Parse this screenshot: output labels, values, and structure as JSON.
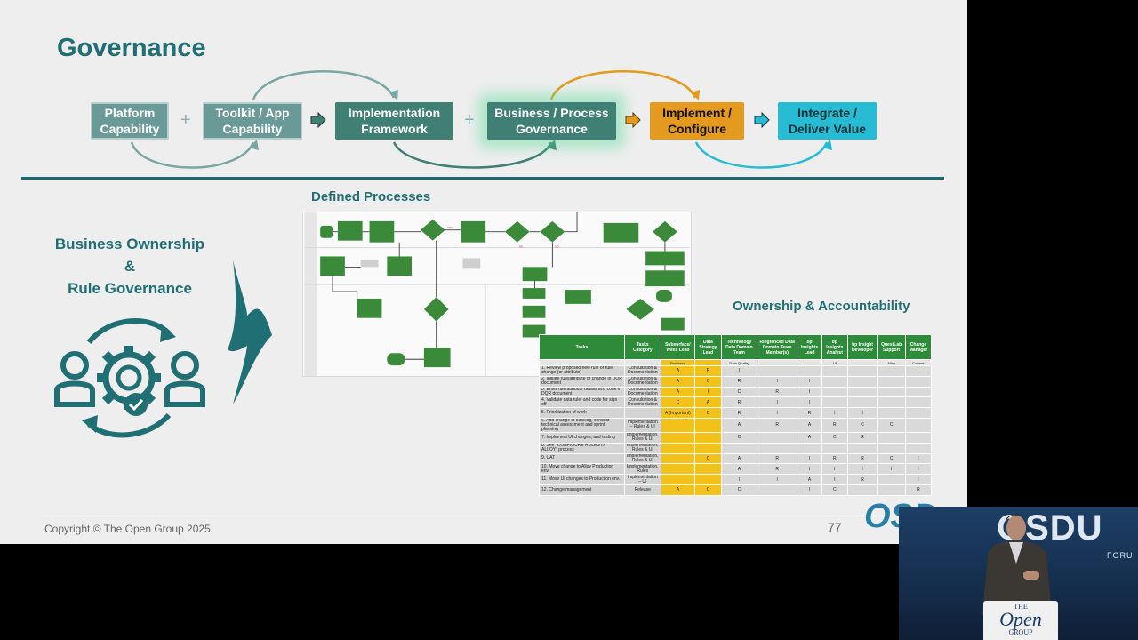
{
  "slide": {
    "title": "Governance",
    "process_steps": [
      {
        "label": "Platform Capability"
      },
      {
        "label": "Toolkit / App Capability"
      },
      {
        "label": "Implementation Framework"
      },
      {
        "label": "Business / Process Governance"
      },
      {
        "label": "Implement / Configure"
      },
      {
        "label": "Integrate / Deliver Value"
      }
    ],
    "connectors": [
      "+",
      "+",
      "+"
    ],
    "left_heading": [
      "Business Ownership",
      "&",
      "Rule Governance"
    ],
    "defined_processes_heading": "Defined Processes",
    "ownership_heading": "Ownership & Accountability",
    "raci": {
      "headers": [
        "Tasks",
        "Tasks Category",
        "Subsurface/ Wells Lead",
        "Data Strategy Lead",
        "Technology Data Domain Team",
        "Ringfenced Data Domain Team Member(s)",
        "bp Insights Lead",
        "bp Insights Analyst",
        "bp Insight Developer",
        "QuestLab Support",
        "Change Manager"
      ],
      "subheaders": [
        "",
        "",
        "Business",
        "",
        "Data Quality",
        "",
        "",
        "UI",
        "",
        "Alloy",
        "Comms"
      ],
      "rows": [
        {
          "task": "1. Review proposed new rule or rule change (or attribute)",
          "cat": "Consultation & Documentation",
          "vals": [
            "A",
            "R",
            "I",
            "",
            "",
            "",
            "",
            "",
            ""
          ]
        },
        {
          "task": "2. Initiate rule/attribute or change in DQR document",
          "cat": "Consultation & Documentation",
          "vals": [
            "A",
            "C",
            "R",
            "I",
            "I",
            "",
            "",
            "",
            ""
          ]
        },
        {
          "task": "3. Enter rule/attribute details and code in DQR document",
          "cat": "Consultation & Documentation",
          "vals": [
            "A",
            "I",
            "C",
            "R",
            "I",
            "",
            "",
            "",
            ""
          ]
        },
        {
          "task": "4. Validate data rule, and code for sign off",
          "cat": "Consultation & Documentation",
          "vals": [
            "C",
            "A",
            "R",
            "I",
            "I",
            "",
            "",
            "",
            ""
          ]
        },
        {
          "task": "5. Prioritization of work",
          "cat": "",
          "vals": [
            "A (Important)",
            "C",
            "R",
            "I",
            "R",
            "I",
            "I",
            "",
            ""
          ]
        },
        {
          "task": "6. Add change to backlog, conduct technical assessment and sprint planning",
          "cat": "Implementation – Rules & UI",
          "vals": [
            "",
            "",
            "A",
            "R",
            "A",
            "R",
            "C",
            "C",
            ""
          ]
        },
        {
          "task": "7. Implement UI changes, and testing",
          "cat": "Implementation, Rules & UI",
          "vals": [
            "",
            "",
            "C",
            "",
            "A",
            "C",
            "R",
            "",
            ""
          ]
        },
        {
          "task": "8. See \"CONFIGURE RULES IN ALLOY\" process",
          "cat": "Implementation, Rules & UI",
          "vals": [
            "",
            "",
            "",
            "",
            "",
            "",
            "",
            "",
            ""
          ],
          "red": true
        },
        {
          "task": "9. UAT",
          "cat": "Implementation, Rules & UI",
          "vals": [
            "",
            "C",
            "A",
            "R",
            "I",
            "R",
            "R",
            "C",
            "I"
          ]
        },
        {
          "task": "10. Move change to Alloy Production env.",
          "cat": "Implementation, Rules",
          "vals": [
            "",
            "",
            "A",
            "R",
            "I",
            "I",
            "I",
            "I",
            "I"
          ]
        },
        {
          "task": "11. Move UI changes to Production env.",
          "cat": "Implementation – UI",
          "vals": [
            "",
            "",
            "I",
            "I",
            "A",
            "I",
            "R",
            "",
            "I"
          ]
        },
        {
          "task": "12. Change management",
          "cat": "Release",
          "vals": [
            "A",
            "C",
            "C",
            "",
            "I",
            "C",
            "",
            "",
            "R"
          ]
        }
      ]
    },
    "footer": {
      "copyright": "Copyright © The Open Group 2025",
      "page_number": "77",
      "logo_partial": "OSD"
    }
  },
  "speaker_video": {
    "banner": "OSDU",
    "banner_sub": "FORU",
    "podium": [
      "THE",
      "Open",
      "GROUP"
    ]
  },
  "colors": {
    "teal": "#1f6f74",
    "orange": "#e39a1e",
    "cyan": "#27bcd3",
    "green": "#2e8b3a",
    "yellow": "#f2c21a"
  }
}
